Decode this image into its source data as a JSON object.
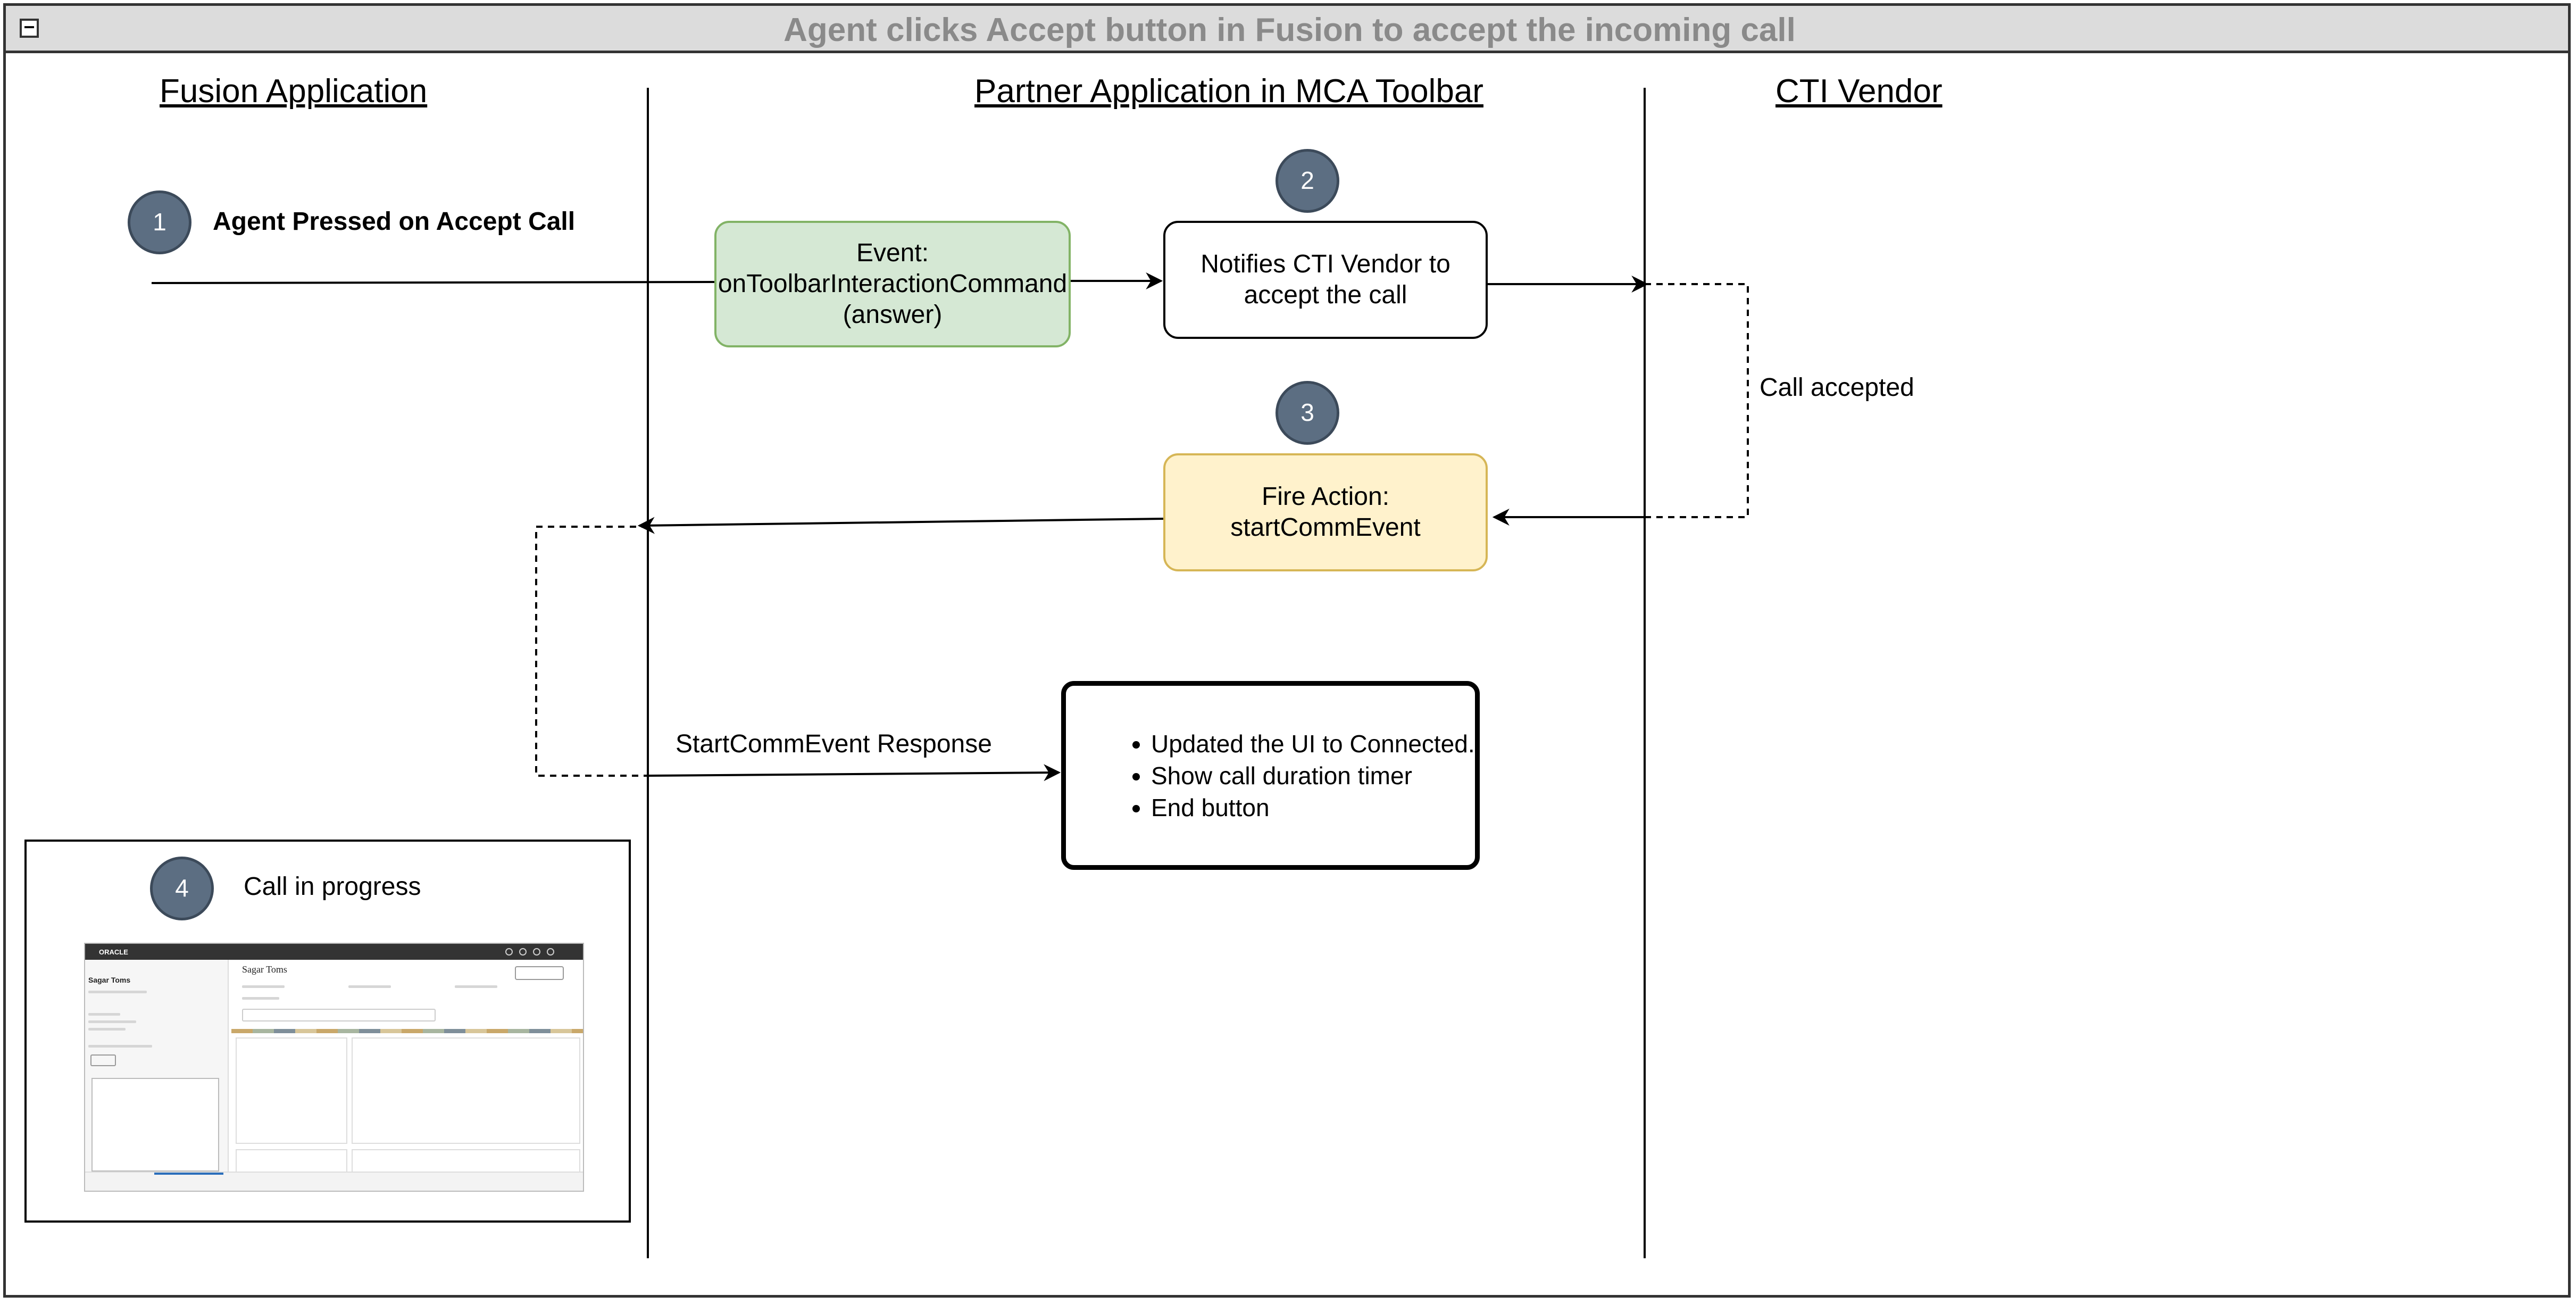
{
  "title": "Agent clicks Accept button in Fusion to accept the incoming call",
  "headers": {
    "fusion": "Fusion Application",
    "partner": "Partner Application in MCA Toolbar",
    "cti": "CTI Vendor"
  },
  "steps": {
    "s1": "1",
    "s2": "2",
    "s3": "3",
    "s4": "4"
  },
  "labels": {
    "agent_pressed": "Agent Pressed on Accept Call",
    "call_accepted": "Call accepted",
    "response": "StartCommEvent Response",
    "call_in_progress": "Call in progress"
  },
  "boxes": {
    "event": {
      "line1": "Event:",
      "line2": "onToolbarInteractionCommand",
      "line3": "(answer)"
    },
    "notify": {
      "line1": "Notifies CTI Vendor to",
      "line2": "accept the call"
    },
    "fire": {
      "line1": "Fire Action:",
      "line2": "startCommEvent"
    },
    "ui_update": {
      "items": [
        "Updated the UI to Connected.",
        "Show call duration timer",
        "End button"
      ]
    }
  },
  "colors": {
    "event_fill": "#d5e8d4",
    "event_stroke": "#82b366",
    "fire_fill": "#fff2cc",
    "fire_stroke": "#d6b656",
    "step_fill": "#5c6e82",
    "title_bar": "#dcdcdc",
    "title_text": "#8a8a8a"
  },
  "screenshot": {
    "logo": "ORACLE",
    "contact_name": "Sagar Toms"
  }
}
